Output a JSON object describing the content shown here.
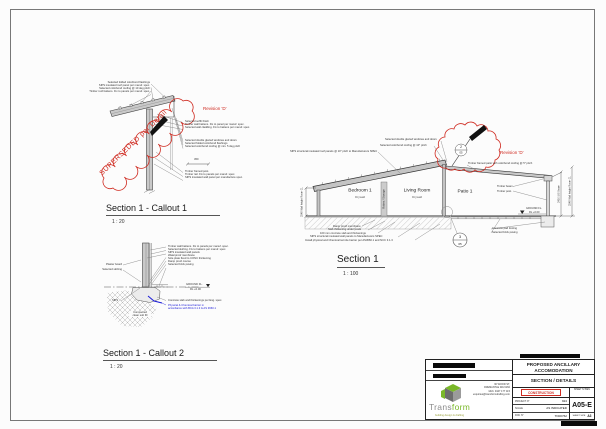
{
  "colors": {
    "revision_red": "#cf2a20",
    "termite_blue": "#1b1bd8",
    "logo_green": "#7ab829",
    "construction_red": "#cf2a20"
  },
  "callout1": {
    "title": "Section 1 - Callout 1",
    "scale": "1 : 20",
    "revision": "Revision 'D'",
    "stamp": "SUPERSEDED per Detail",
    "left_notes": [
      "Selected folded colorbond flashings",
      "SIPS insulated roof panel per manuf. spec.",
      "Selected colorbond roofing @ 10 deg pitch",
      "Timber roof battens. Fix to panels per manuf. spec."
    ],
    "right_notes_upper": [
      "Selected soffit finish",
      "Timber wall battens. Fix to panel per manuf. spec.",
      "Selected wall cladding. Fix to battens per manuf. spec."
    ],
    "right_notes_mid": [
      "Selected double glazed windows and doors",
      "Selected folded colorbond flashings",
      "Selected colorbond roofing @ min. 5 deg pitch"
    ],
    "dim_450": "450",
    "right_notes_lower": [
      "Timber framed post.",
      "Timber rail. Fix to panels per manuf. spec.",
      "SIPS insulated wall panel per manufacture spec."
    ]
  },
  "callout2": {
    "title": "Section 1 - Callout 2",
    "scale": "1 : 20",
    "left_note_plaster": "Plaster board",
    "left_note_skirting": "Selected skirting",
    "left_note_sips": "SIPS",
    "fill_label_1": "Compacted",
    "fill_label_2": "clean sub fill",
    "right_notes": [
      "Timber wall battens. Fix to panels per manuf. spec.",
      "Selected skirting. Fix to battens per manuf. spec.",
      "SIPS insulated wall panels",
      "Waterproof membrane",
      "Sole plate fixed to CONC thickening",
      "Damp proof course",
      "Selected brick paving"
    ],
    "ground_label": "GROUND FL.",
    "ground_rl": "RL +0.00",
    "conc_note": "Concrete slab and thickenings per Eng. spec.",
    "termite_note_1": "Physical & Chemical barrier in",
    "termite_note_2": "accordance with BCA 3.1.3 & AS 3660.1"
  },
  "section1": {
    "title": "Section 1",
    "scale": "1 : 100",
    "top_notes": [
      "Selected double glazed windows and doors",
      "Selected colorbond roofing @ 10° pitch",
      "SIPS structural insulated roof panels @ 10° pitch to Manufacturers SPEC"
    ],
    "revision": "Revision 'D'",
    "patio_note": "Timber framed patio with colorbond roofing @ 5° pitch",
    "timber_beam": "Timber beam.",
    "timber_post": "Timber post.",
    "rooms": {
      "bedroom": "Bedroom 1",
      "bedroom_sub": "Drywall",
      "living": "Living Room",
      "living_sub": "Drywall",
      "patio": "Patio 1",
      "robes": "Robes / Storage"
    },
    "dim_left": "2548 Wall height Room CL",
    "dim_right_1": "2410 U/S Beam",
    "dim_right_2": "2548 Wall height Room CL",
    "ground_label": "GROUND FL.",
    "ground_rl": "RL +0.00",
    "bottom_notes": [
      "Damp proof membrane",
      "Slab thickening under posts",
      "100 mm concrete slab and thickenings",
      "SIPS structural insulated wall panels to Manufacturers SPEC",
      "Install physical and Chemical termite barrier per AS3660.1 and NCC 3.1.3"
    ],
    "right_notes": [
      "Concrete pad footing",
      "Selected brick paving"
    ],
    "marker3_num": "3",
    "marker3_sheet": "05",
    "marker2_num": "2",
    "marker2_sheet": "05"
  },
  "titleblock": {
    "project_title_1": "PROPOSED ANCILLARY",
    "project_title_2": "ACCOMODATION",
    "sheet_title": "SECTION / DETAILS",
    "status": "CONSTRUCTION",
    "label_sheet_rev": "SHEET N°/REV",
    "label_project": "PROJECT N°",
    "label_scale": "SCALE",
    "label_doc": "DOC N°",
    "label_sheet_size": "SHEET SIZE",
    "project_no": "924",
    "scale_value": "AS INDICATED",
    "doc_no": "TD00762",
    "sheet_rev": "A05-E",
    "sheet_size": "A3",
    "logo_gray": "Trans",
    "logo_green": "form",
    "tagline": "building design & drafting",
    "address_1": "30 WOOD ST,",
    "address_2": "FREMANTLE WA 6160",
    "phone": "Mob: 0447 177 115",
    "email": "enquiries@transformdrafting.com"
  }
}
